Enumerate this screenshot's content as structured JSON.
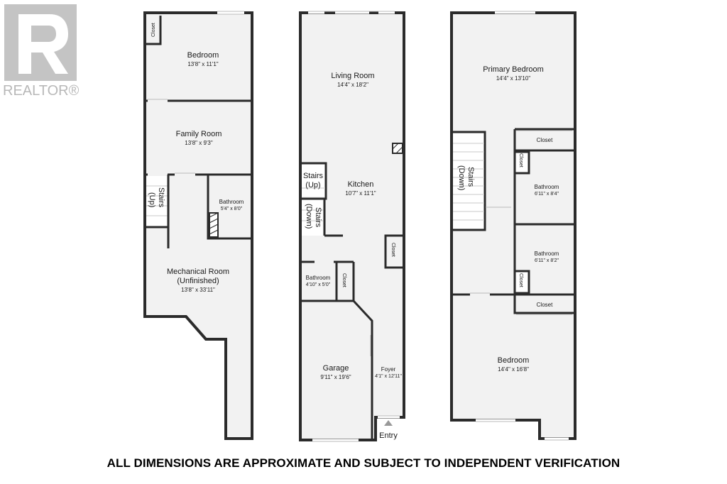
{
  "logo": {
    "text": "REALTOR®",
    "icon": "realtor-r-logo"
  },
  "footer": "ALL DIMENSIONS ARE APPROXIMATE AND SUBJECT TO INDEPENDENT VERIFICATION",
  "basement": {
    "closet": "Closet",
    "bedroom": {
      "name": "Bedroom",
      "dim": "13'8\" x 11'1\""
    },
    "family_room": {
      "name": "Family Room",
      "dim": "13'8\" x 9'3\""
    },
    "stairs": "Stairs",
    "stairs_dir": "(Up)",
    "bathroom": {
      "name": "Bathroom",
      "dim": "5'4\" x 8'0\""
    },
    "mechanical": {
      "name": "Mechanical Room",
      "sub": "(Unfinished)",
      "dim": "13'8\" x 33'11\""
    }
  },
  "main": {
    "living_room": {
      "name": "Living Room",
      "dim": "14'4\" x 18'2\""
    },
    "kitchen": {
      "name": "Kitchen",
      "dim": "10'7\" x 11'1\""
    },
    "stairs_up": {
      "name": "Stairs",
      "dir": "(Up)"
    },
    "stairs_down": {
      "name": "Stairs",
      "dir": "(Down)"
    },
    "closet": "Closet",
    "bathroom": {
      "name": "Bathroom",
      "dim": "4'10\" x 5'0\""
    },
    "closet2": "Closet",
    "garage": {
      "name": "Garage",
      "dim": "9'11\" x 19'6\""
    },
    "foyer": {
      "name": "Foyer",
      "dim": "4'1\" x 12'11\""
    },
    "entry": "Entry"
  },
  "upper": {
    "primary_bedroom": {
      "name": "Primary Bedroom",
      "dim": "14'4\" x 13'10\""
    },
    "closet_top": "Closet",
    "stairs": {
      "name": "Stairs",
      "dir": "(Down)"
    },
    "closet_small1": "Closet",
    "bathroom1": {
      "name": "Bathroom",
      "dim": "6'11\" x 8'4\""
    },
    "bathroom2": {
      "name": "Bathroom",
      "dim": "6'11\" x 8'2\""
    },
    "closet_small2": "Closet",
    "closet_mid": "Closet",
    "bedroom": {
      "name": "Bedroom",
      "dim": "14'4\" x 16'8\""
    }
  }
}
